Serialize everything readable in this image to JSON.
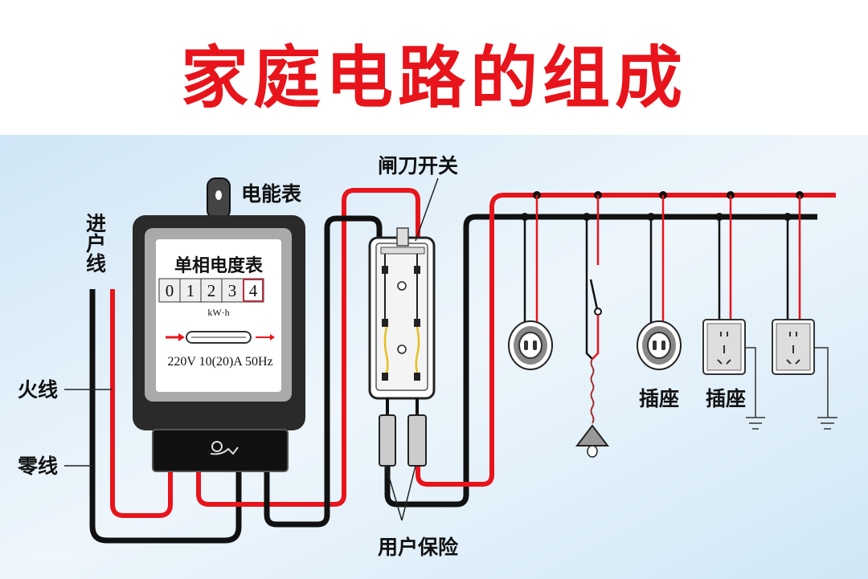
{
  "title": "家庭电路的组成",
  "labels": {
    "incoming_line": "进户线",
    "live_wire": "火线",
    "neutral_wire": "零线",
    "meter": "电能表",
    "knife_switch": "闸刀开关",
    "user_fuse": "用户保险",
    "socket1": "插座",
    "socket2": "插座"
  },
  "meter": {
    "name": "单相电度表",
    "digits": [
      "0",
      "1",
      "2",
      "3",
      "4"
    ],
    "unit": "kW·h",
    "rating": "220V 10(20)A 50Hz"
  },
  "watermark": "住小帮@招朗恩",
  "colors": {
    "live": "#e8141b",
    "neutral": "#111111",
    "title": "#e8141b"
  }
}
